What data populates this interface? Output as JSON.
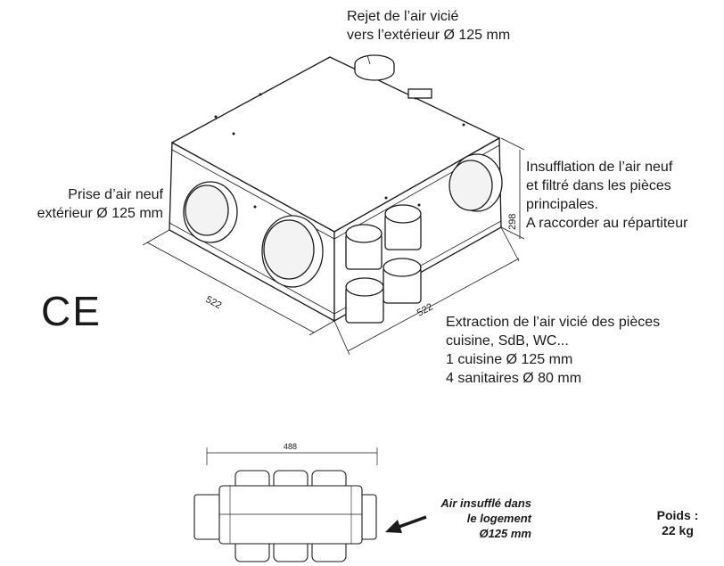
{
  "labels": {
    "rejet": [
      "Rejet de l’air vicié",
      "vers l’extérieur Ø 125 mm"
    ],
    "prise": [
      "Prise d’air neuf",
      "extérieur Ø 125 mm"
    ],
    "insufflation": [
      "Insufflation de l’air neuf",
      "et filtré dans les pièces",
      "principales.",
      "A raccorder au répartiteur"
    ],
    "extraction": [
      "Extraction de l’air vicié des pièces",
      "cuisine, SdB, WC...",
      "1 cuisine Ø 125 mm",
      "4 sanitaires Ø 80 mm"
    ],
    "air_insuffle": [
      "Air insufflé dans",
      "le logement",
      "Ø125 mm"
    ],
    "poids": [
      "Poids :",
      "22 kg"
    ]
  },
  "dimensions": {
    "width": "522",
    "depth": "522",
    "height": "298",
    "distributor_length": "488"
  },
  "ce_mark": "CE",
  "colors": {
    "line": "#1a1a1a",
    "fill": "#ffffff",
    "shade": "#f3f3f3"
  }
}
